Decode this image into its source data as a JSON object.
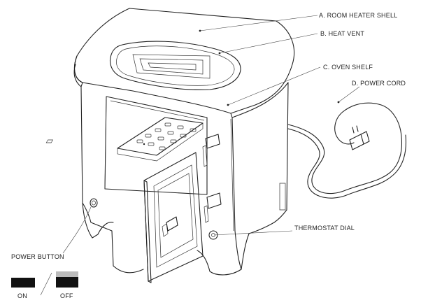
{
  "labels": {
    "shell": "A.   ROOM HEATER SHELL",
    "vent": "B. HEAT VENT",
    "shelf": "C. OVEN SHELF",
    "cord": "D. POWER CORD",
    "thermostat": "THERMOSTAT DIAL",
    "power_button": "POWER BUTTON"
  },
  "legend": {
    "on": "ON",
    "off": "OFF"
  },
  "colors": {
    "line": "#222222",
    "switch_on": "#111111",
    "switch_off_top": "#bbbbbb",
    "switch_off_bottom": "#111111"
  }
}
